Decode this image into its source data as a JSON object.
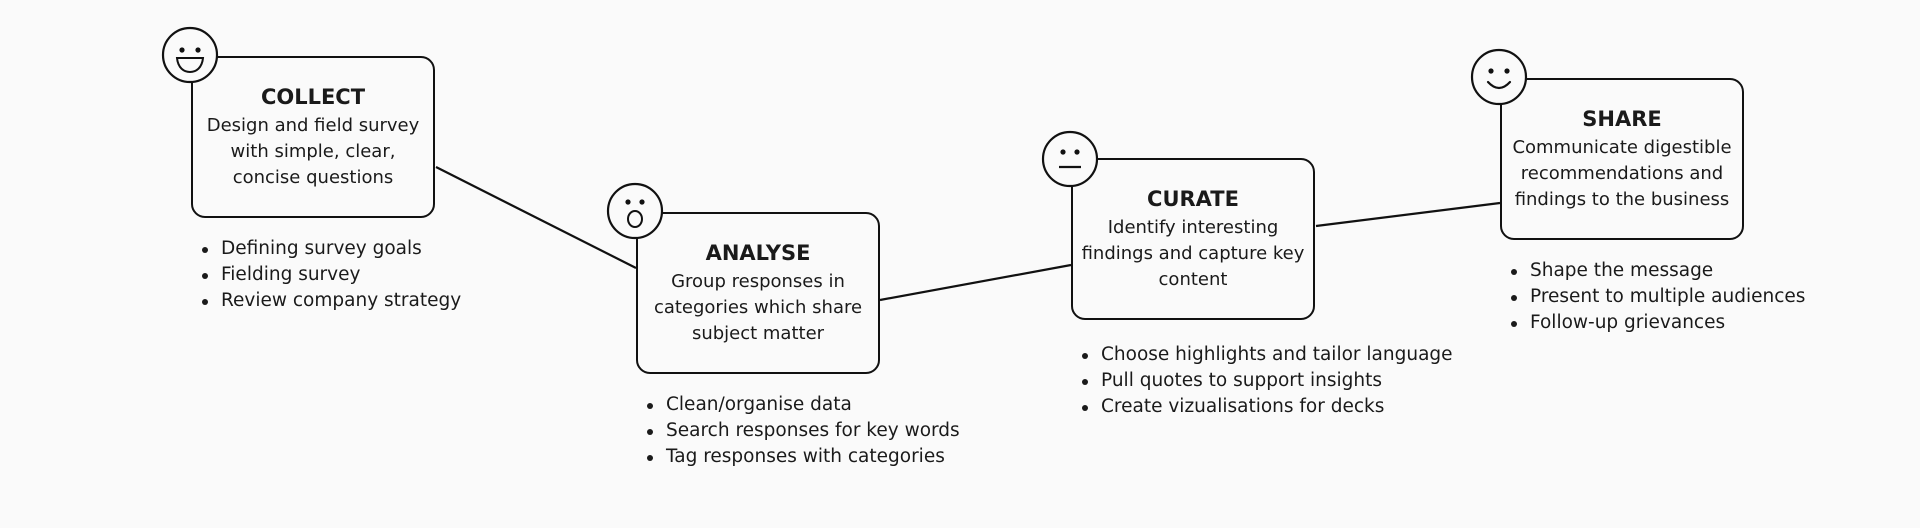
{
  "stages": [
    {
      "title": "COLLECT",
      "desc": "Design and field survey with simple, clear, concise questions",
      "face_icon": "grinning-face-icon",
      "bullets": [
        "Defining survey goals",
        "Fielding survey",
        "Review company strategy"
      ]
    },
    {
      "title": "ANALYSE",
      "desc": "Group responses in categories which share subject matter",
      "face_icon": "surprised-face-icon",
      "bullets": [
        "Clean/organise data",
        "Search responses for key words",
        "Tag responses with categories"
      ]
    },
    {
      "title": "CURATE",
      "desc": "Identify interesting findings and capture key content",
      "face_icon": "neutral-face-icon",
      "bullets": [
        "Choose highlights and tailor language",
        "Pull quotes to support insights",
        "Create vizualisations for decks"
      ]
    },
    {
      "title": "SHARE",
      "desc": "Communicate digestible recommendations and findings to the business",
      "face_icon": "smiling-face-icon",
      "bullets": [
        "Shape the message",
        "Present to multiple audiences",
        "Follow-up grievances"
      ]
    }
  ]
}
